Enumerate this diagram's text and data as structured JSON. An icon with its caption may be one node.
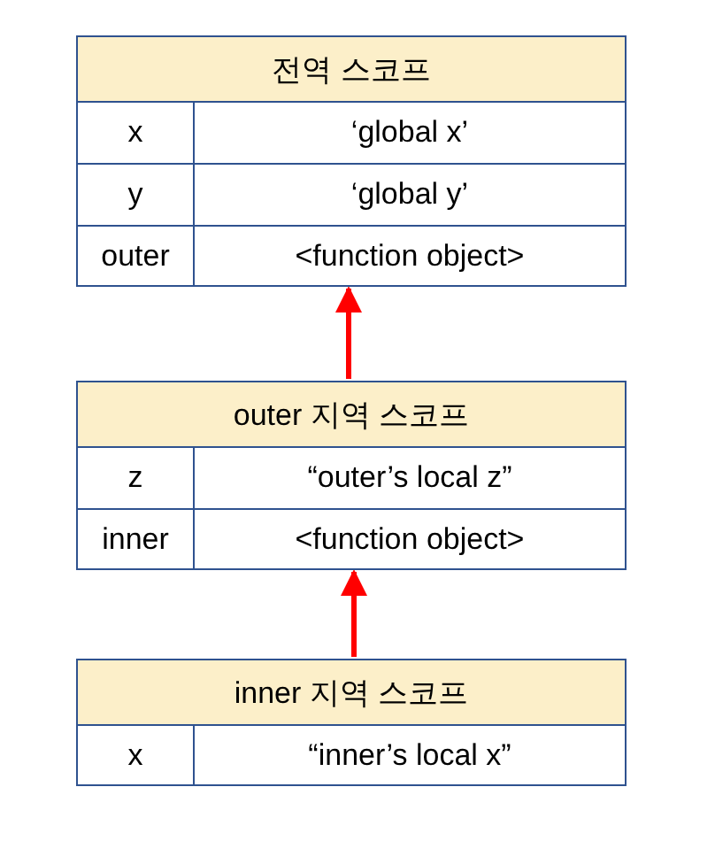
{
  "diagram": {
    "nodes": [
      {
        "text": [
          "전역 스코프",
          "x",
          "‘global x’",
          "y",
          "‘global y’",
          "outer",
          "<function object>"
        ]
      },
      {
        "text": [
          "outer 지역 스코프",
          "z",
          "“outer’s local z”",
          "inner",
          "<function object>"
        ]
      },
      {
        "text": [
          "inner 지역 스코프",
          "x",
          "“inner’s local x”"
        ]
      }
    ],
    "edges": [
      {
        "from": 1,
        "to": 0,
        "arrow": "to"
      },
      {
        "from": 2,
        "to": 1,
        "arrow": "to"
      }
    ]
  }
}
